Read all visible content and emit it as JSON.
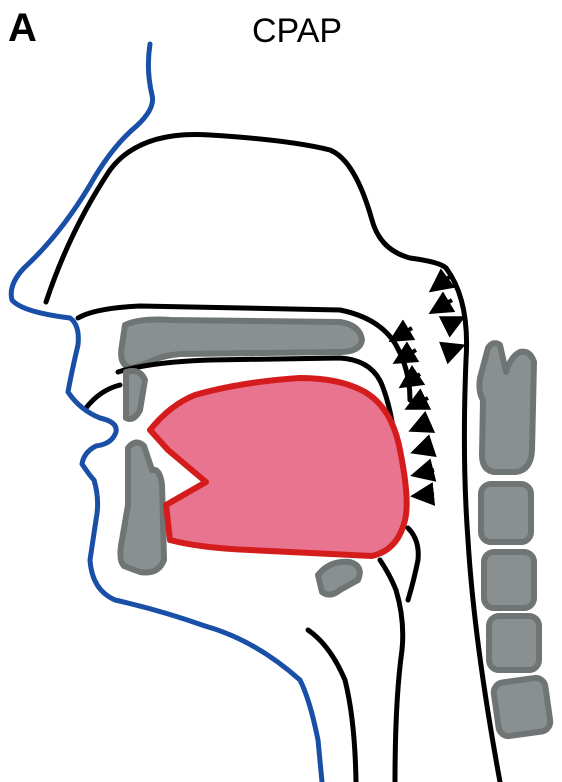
{
  "figure": {
    "panel_label": "A",
    "title": "CPAP"
  },
  "colors": {
    "skin_profile": "#1a4fa8",
    "outline": "#000000",
    "bone_fill": "#8a8f8f",
    "bone_stroke": "#6f7575",
    "tongue_fill": "#e8748f",
    "tongue_stroke": "#d41c1c",
    "arrow": "#000000"
  },
  "icons": {
    "arrow": "pressure-arrow"
  }
}
